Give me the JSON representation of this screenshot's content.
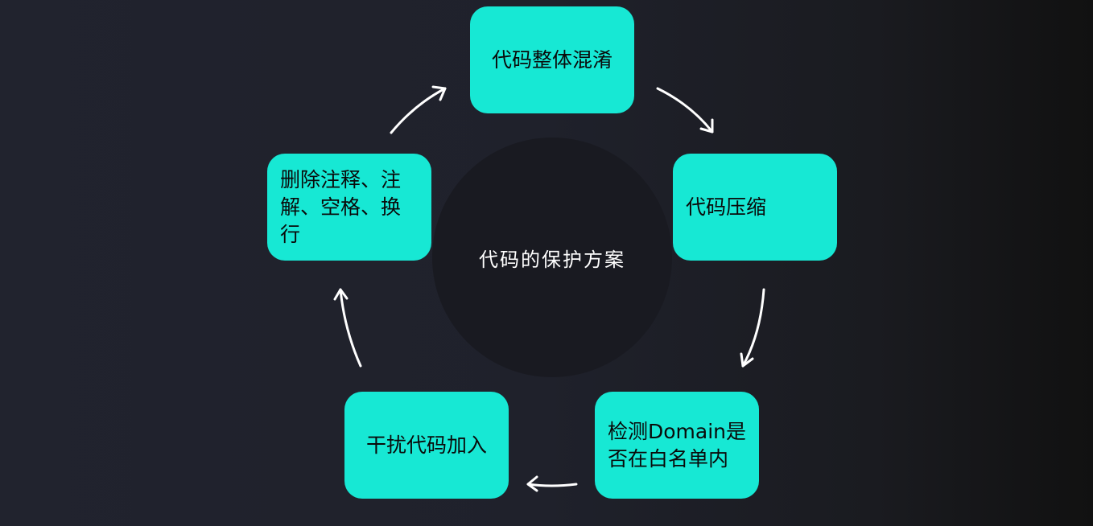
{
  "center": {
    "label": "代码的保护方案"
  },
  "steps": [
    {
      "label": "代码整体混淆"
    },
    {
      "label": "代码压缩"
    },
    {
      "label": "检测Domain是否在白名单内"
    },
    {
      "label": "干扰代码加入"
    },
    {
      "label": "删除注释、注解、空格、换行"
    }
  ],
  "colors": {
    "box": "#17e8d4",
    "arrow": "#ffffff"
  }
}
